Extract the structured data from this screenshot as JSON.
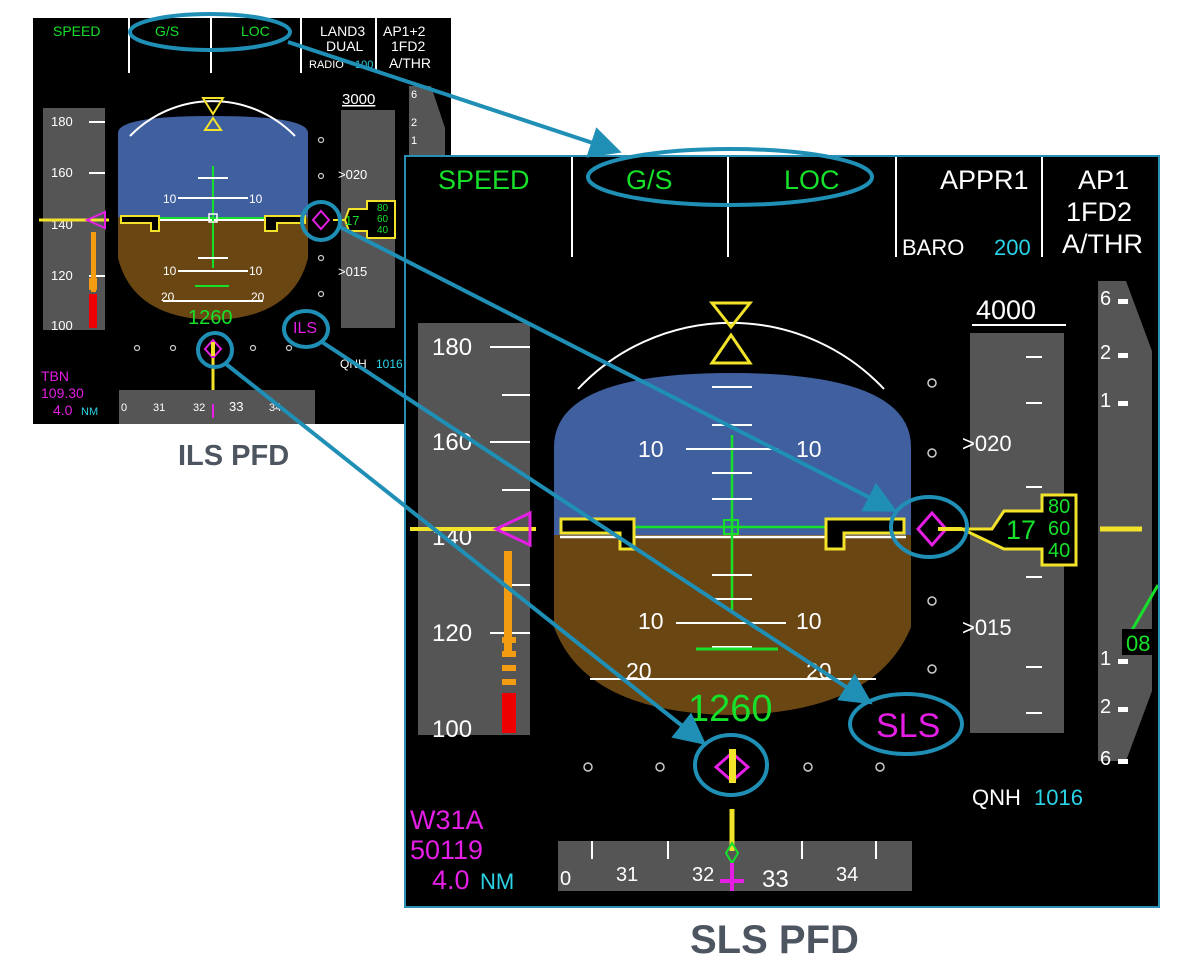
{
  "captions": {
    "ils": "ILS PFD",
    "sls": "SLS PFD"
  },
  "colors": {
    "sky": "#3f5f9f",
    "ground": "#6a4612",
    "callout": "#1f8fb6",
    "green": "#17e02b",
    "cyan": "#2bd3e6",
    "magenta": "#e41ee4",
    "yellow": "#f2e32a"
  },
  "ils_pfd": {
    "fma": {
      "speed": "SPEED",
      "gs": "G/S",
      "loc": "LOC",
      "col4_l1": "LAND3",
      "col4_l2": "DUAL",
      "radio_label": "RADIO",
      "radio_value": "100",
      "col5_l1": "AP1+2",
      "col5_l2": "1FD2",
      "col5_l3": "A/THR"
    },
    "speed_ticks": [
      "180",
      "160",
      "140",
      "120",
      "100"
    ],
    "altitude": {
      "target": "3000",
      "marks": [
        ">020",
        ">015"
      ],
      "box_main": "17",
      "box_top": "80",
      "box_mid": "60",
      "box_bottom": "40"
    },
    "vs_scale": [
      "6",
      "2",
      "1"
    ],
    "pitch_labels": [
      "10",
      "10",
      "10",
      "10",
      "20",
      "20"
    ],
    "radio_altitude": "1260",
    "approach_label": "ILS",
    "qnh": {
      "label": "QNH",
      "value": "1016"
    },
    "nav": {
      "ident": "TBN",
      "freq": "109.30",
      "dist": "4.0",
      "unit": "NM"
    },
    "heading": [
      "0",
      "31",
      "32",
      "33",
      "34"
    ]
  },
  "sls_pfd": {
    "fma": {
      "speed": "SPEED",
      "gs": "G/S",
      "loc": "LOC",
      "col4_l1": "APPR1",
      "baro_label": "BARO",
      "baro_value": "200",
      "col5_l1": "AP1",
      "col5_l2": "1FD2",
      "col5_l3": "A/THR"
    },
    "speed_ticks": [
      "180",
      "160",
      "140",
      "120",
      "100"
    ],
    "altitude": {
      "target": "4000",
      "marks": [
        ">020",
        ">015"
      ],
      "box_main": "17",
      "box_top": "80",
      "box_mid": "60",
      "box_bottom": "40"
    },
    "vs_scale": [
      "6",
      "2",
      "1",
      "1",
      "2",
      "6"
    ],
    "vs_value": "08",
    "pitch_labels": [
      "10",
      "10",
      "10",
      "10",
      "20",
      "20"
    ],
    "radio_altitude": "1260",
    "approach_label": "SLS",
    "qnh": {
      "label": "QNH",
      "value": "1016"
    },
    "nav": {
      "ident": "W31A",
      "channel": "50119",
      "dist": "4.0",
      "unit": "NM"
    },
    "heading": [
      "0",
      "31",
      "32",
      "33",
      "34"
    ]
  }
}
